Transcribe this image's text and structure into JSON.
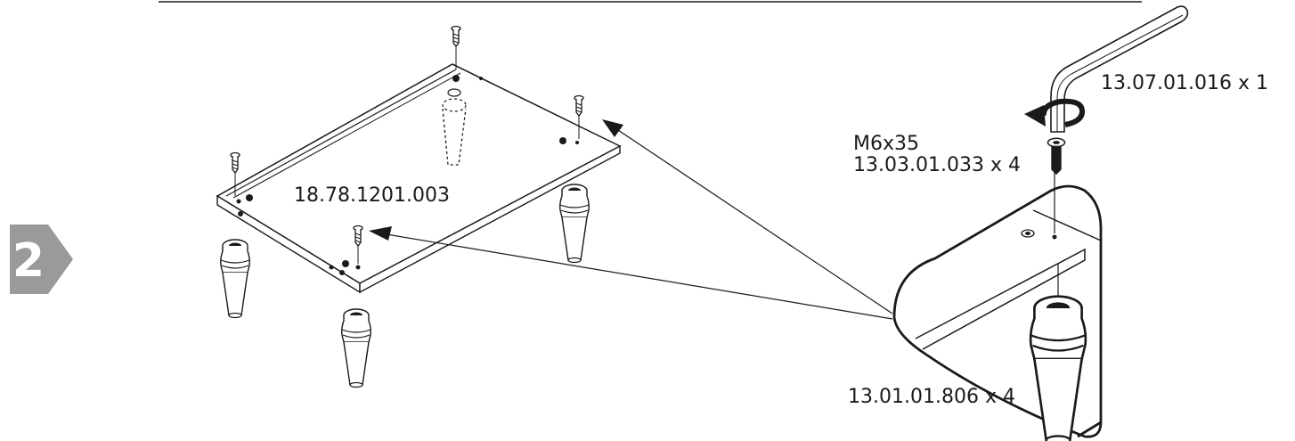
{
  "step": {
    "number": "2",
    "badge_color": "#9a9a9a"
  },
  "labels": {
    "panel_part": "18.78.1201.003",
    "hex_key": "13.07.01.016 x 1",
    "screw_size": "M6x35",
    "screw_code": "13.03.01.033 x 4",
    "leg_code": "13.01.01.806 x 4"
  },
  "icons": {
    "hex_key": "allen-key-icon",
    "rotate": "rotate-arrow-icon",
    "screw": "screw-icon",
    "leg": "tapered-leg-icon"
  },
  "line_color": "#1a1a1a"
}
